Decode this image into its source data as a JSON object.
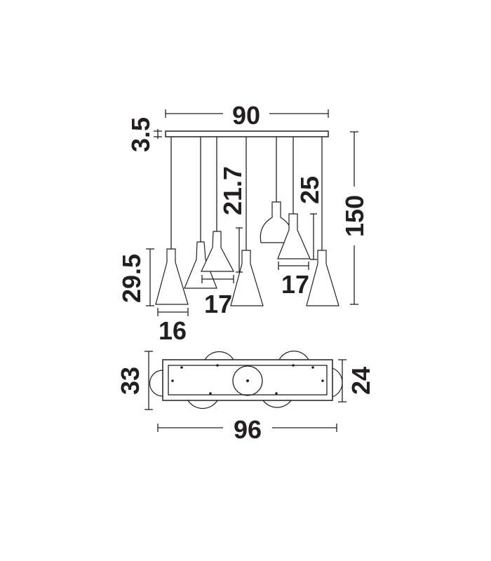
{
  "dimensions": {
    "top_width": "90",
    "canopy_height": "3.5",
    "overall_height": "150",
    "shade_height": "29.5",
    "shade_width": "16",
    "small_shade_length": "21.7",
    "small_shade_width_left": "17",
    "small_shade_length_right": "25",
    "small_shade_width_right": "17",
    "base_depth": "33",
    "canopy_depth": "24",
    "base_width": "96"
  },
  "colors": {
    "line": "#231f20",
    "background": "#ffffff"
  }
}
